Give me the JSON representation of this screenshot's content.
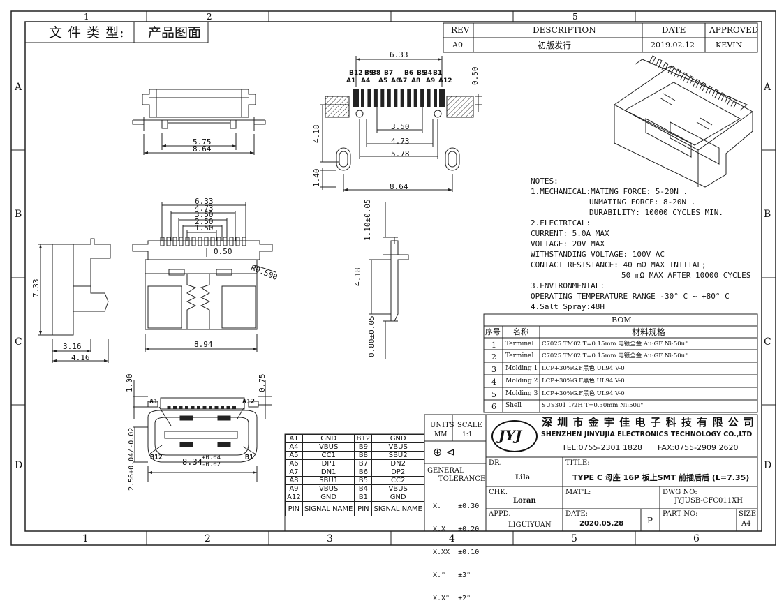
{
  "header": {
    "type_label": "文 件 类 型:",
    "type_value": "产品图面"
  },
  "border": {
    "cols": [
      "1",
      "2",
      "3",
      "4",
      "5",
      "6"
    ],
    "rows": [
      "A",
      "B",
      "C",
      "D"
    ]
  },
  "revision": {
    "headers": [
      "REV",
      "DESCRIPTION",
      "DATE",
      "APPROVED"
    ],
    "row": [
      "A0",
      "初版发行",
      "2019.02.12",
      "KEVIN"
    ]
  },
  "dims": {
    "top_5_75": "5.75",
    "top_8_64": "8.64",
    "pcb_6_33": "6.33",
    "pcb_0_50": "0.50",
    "pcb_3_50": "3.50",
    "pcb_4_73": "4.73",
    "pcb_5_78": "5.78",
    "pcb_8_64": "8.64",
    "pcb_4_18": "4.18",
    "pcb_1_40": "1.40",
    "front_6_33": "6.33",
    "front_4_73": "4.73",
    "front_3_50": "3.50",
    "front_2_50": "2.50",
    "front_1_50": "1.50",
    "front_0_50": "0.50",
    "front_8_94": "8.94",
    "front_r": "R0.500",
    "side_7_33": "7.33",
    "side_3_16": "3.16",
    "side_4_16": "4.16",
    "right_1_10": "1.10±0.05",
    "right_4_18": "4.18",
    "right_0_80": "0.80±0.05",
    "end_1_00": "1.00",
    "end_0_75": "0.75",
    "end_8_34": "8.34",
    "end_8_34_tol_up": "+0.04",
    "end_8_34_tol_dn": "-0.02",
    "end_2_56": "2.56+0.04/-0.02",
    "end_A1": "A1",
    "end_A12": "A12",
    "end_B12": "B12",
    "end_B1": "B1"
  },
  "pin_labels_top": [
    "B12",
    "B9",
    "B8",
    "B7",
    "B6",
    "B5",
    "B4",
    "B1"
  ],
  "pin_labels_bottom": [
    "A1",
    "A4",
    "A5",
    "A6",
    "A7",
    "A8",
    "A9",
    "A12"
  ],
  "notes": [
    "NOTES:",
    "1.MECHANICAL:MATING FORCE: 5-20N .",
    "UNMATING FORCE: 8-20N .",
    "DURABILITY: 10000 CYCLES MIN.",
    "2.ELECTRICAL:",
    "CURRENT: 5.0A MAX",
    "VOLTAGE: 20V MAX",
    "WITHSTANDING VOLTAGE: 100V AC",
    "CONTACT RESISTANCE: 40 mΩ  MAX INITIAL;",
    "50 mΩ  MAX AFTER 10000 CYCLES",
    "3.ENVIRONMENTAL:",
    "OPERATING TEMPERATURE RANGE -30° C ~ +80° C",
    "4.Salt Spray:48H"
  ],
  "bom": {
    "title": "BOM",
    "headers": [
      "序号",
      "名称",
      "材料规格"
    ],
    "rows": [
      [
        "1",
        "Terminal",
        "C7025 TM02 T=0.15mm  电镀全金 Au:GF   Ni:50u\""
      ],
      [
        "2",
        "Terminal",
        "C7025 TM02 T=0.15mm  电镀全金 Au:GF   Ni:50u\""
      ],
      [
        "3",
        "Molding 1",
        "LCP+30%G.F黑色  UL94 V-0"
      ],
      [
        "4",
        "Molding 2",
        "LCP+30%G.F黑色  UL94 V-0"
      ],
      [
        "5",
        "Molding 3",
        "LCP+30%G.F黑色  UL94 V-0"
      ],
      [
        "6",
        "Shell",
        "SUS301 1/2H T=0.30mm  Ni:50u\""
      ]
    ]
  },
  "pin_table": {
    "rows": [
      [
        "A1",
        "GND",
        "B12",
        "GND"
      ],
      [
        "A4",
        "VBUS",
        "B9",
        "VBUS"
      ],
      [
        "A5",
        "CC1",
        "B8",
        "SBU2"
      ],
      [
        "A6",
        "DP1",
        "B7",
        "DN2"
      ],
      [
        "A7",
        "DN1",
        "B6",
        "DP2"
      ],
      [
        "A8",
        "SBU1",
        "B5",
        "CC2"
      ],
      [
        "A9",
        "VBUS",
        "B4",
        "VBUS"
      ],
      [
        "A12",
        "GND",
        "B1",
        "GND"
      ],
      [
        "PIN",
        "SIGNAL NAME",
        "PIN",
        "SIGNAL NAME"
      ]
    ]
  },
  "title_block": {
    "units_label": "UNITS",
    "units_value": "MM",
    "scale_label": "SCALE",
    "scale_value": "1:1",
    "general": "GENERAL",
    "tolerance": "TOLERANCE",
    "tol_lines": [
      "X.    ±0.30",
      "X.X   ±0.20",
      "X.XX  ±0.10",
      "X.°   ±3°",
      "X.X°  ±2°"
    ],
    "company_cn": "深 圳 市 金 宇 佳 电 子 科 技 有 限 公 司",
    "company_en": "SHENZHEN JINYUJIA ELECTRONICS TECHNOLOGY CO.,LTD",
    "tel": "TEL:0755-2301 1828",
    "fax": "FAX:0755-2909 2620",
    "logo": "JYJ",
    "dr_label": "DR.",
    "dr_value": "Lila",
    "title_label": "TITLE:",
    "title_value": "TYPE C 母座 16P 板上SMT 前插后后 (L=7.35)",
    "chk_label": "CHK.",
    "chk_value": "Loran",
    "matl_label": "MAT'L:",
    "dwg_label": "DWG NO:",
    "dwg_value": "JYJUSB-CFC011XH",
    "appd_label": "APPD.",
    "appd_value": "LIGUIYUAN",
    "date_label": "DATE:",
    "date_value": "2020.05.28",
    "p_value": "P",
    "part_label": "PART NO:",
    "size_label": "SIZE",
    "size_value": "A4"
  }
}
